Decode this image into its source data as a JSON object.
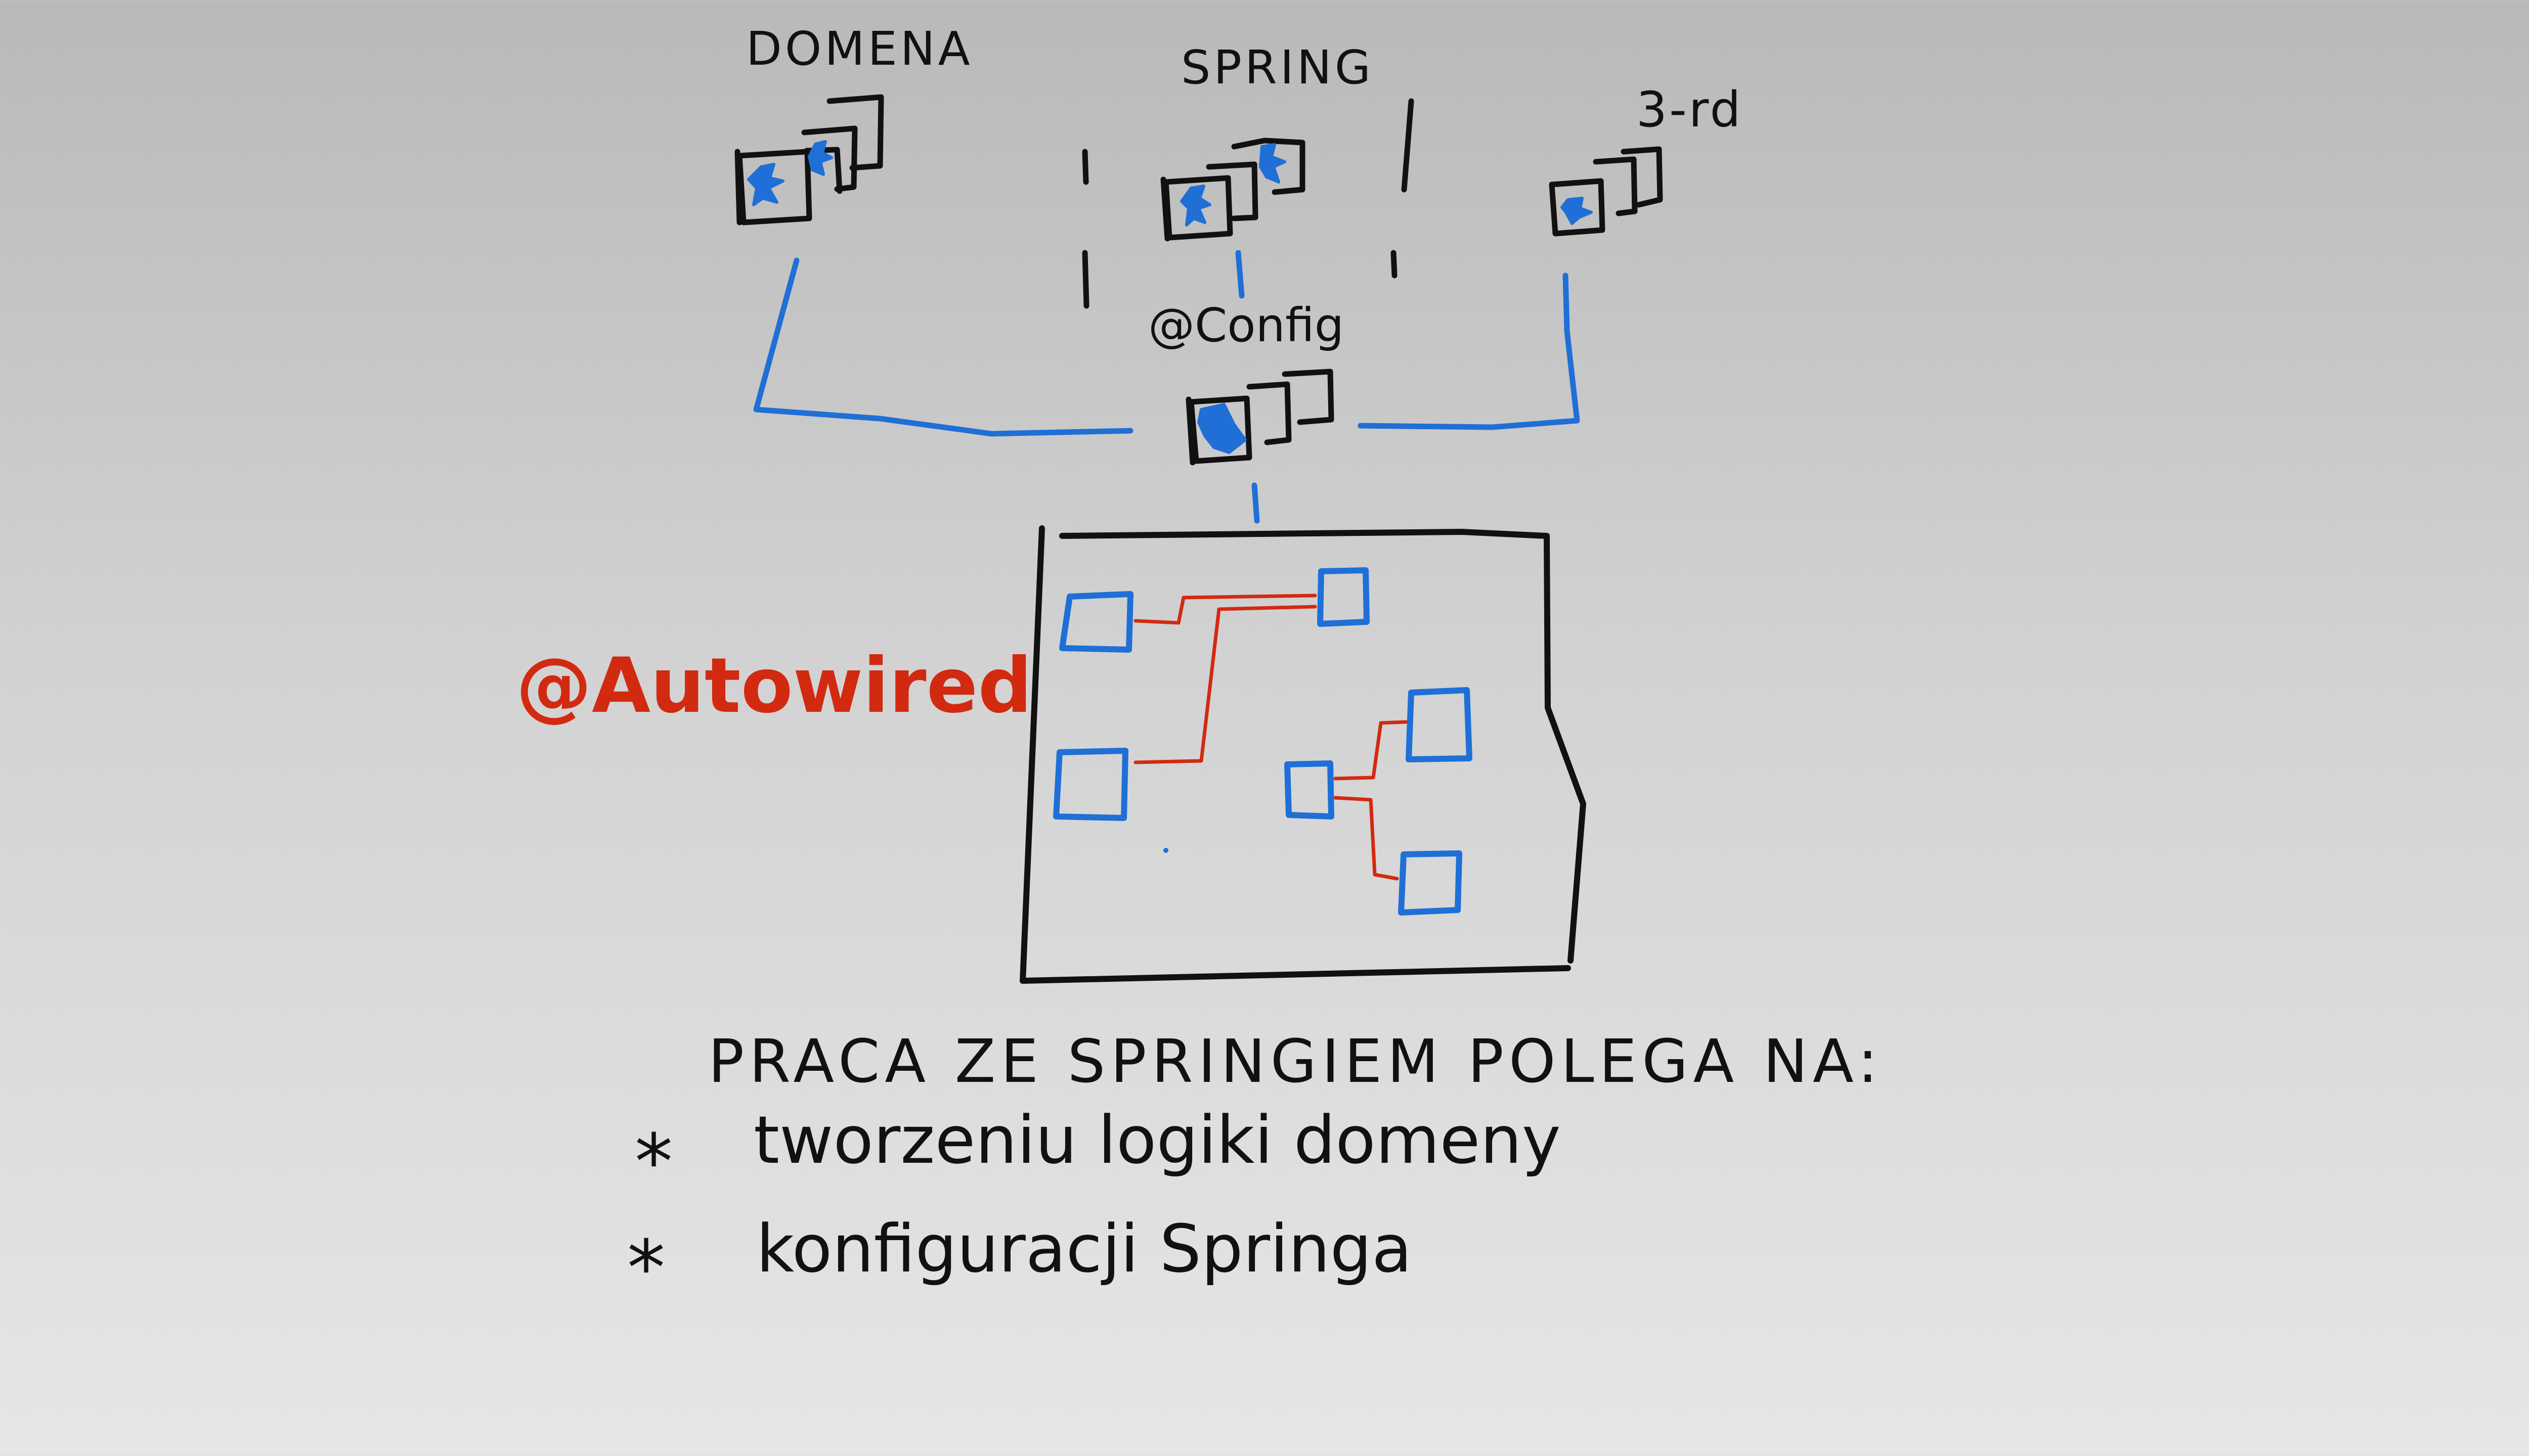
{
  "whiteboard": {
    "groups": {
      "domain": {
        "label": "DOMENA"
      },
      "spring": {
        "label": "SPRING"
      },
      "third_party": {
        "label": "3-rd"
      }
    },
    "config_label": "@Config",
    "autowired_label": "@Autowired",
    "summary": {
      "heading": "PRACA ZE SPRINGIEM POLEGA NA:",
      "items": [
        {
          "bullet": "*",
          "text": "tworzeniu logiki domeny"
        },
        {
          "bullet": "*",
          "text": "konfiguracji Springa"
        }
      ]
    },
    "colors": {
      "ink": "#111111",
      "blue": "#1f6fd6",
      "red": "#d22a10",
      "background_top": "#b9b9b9",
      "background_bottom": "#e6e6e6"
    }
  }
}
